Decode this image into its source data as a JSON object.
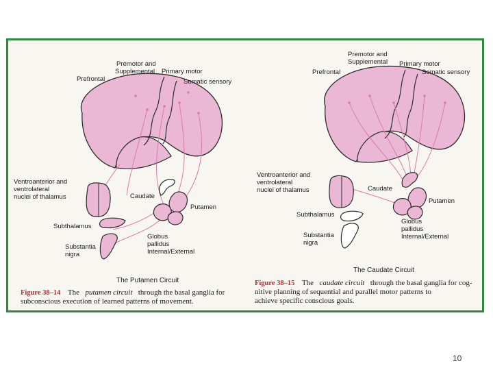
{
  "left_panel": {
    "labels": {
      "premotor": "Premotor and",
      "supplemental": "Supplemental",
      "primary_motor": "Primary motor",
      "prefrontal": "Prefrontal",
      "somatic_sensory": "Somatic sensory",
      "ventroanterior": "Ventroanterior and",
      "ventrolateral": "ventrolateral",
      "nuclei": "nuclei of thalamus",
      "caudate": "Caudate",
      "putamen": "Putamen",
      "subthalamus": "Subthalamus",
      "globus": "Globus",
      "pallidus": "pallidus",
      "internal_external": "Internal/External",
      "substantia": "Substantia",
      "nigra": "nigra"
    },
    "circuit_title": "The Putamen Circuit",
    "caption": {
      "head": "Figure 38–14",
      "line1_a": "The",
      "line1_em": "putamen circuit",
      "line1_b": "through the basal ganglia for",
      "line2": "subconscious execution of learned patterns of movement."
    }
  },
  "right_panel": {
    "labels": {
      "premotor": "Premotor and",
      "supplemental": "Supplemental",
      "primary_motor": "Primary motor",
      "prefrontal": "Prefrontal",
      "somatic_sensory": "Somatic sensory",
      "ventroanterior": "Ventroanterior and",
      "ventrolateral": "ventrolateral",
      "nuclei": "nuclei of thalamus",
      "caudate": "Caudate",
      "putamen": "Putamen",
      "subthalamus": "Subthalamus",
      "globus": "Globus",
      "pallidus": "pallidus",
      "internal_external": "Internal/External",
      "substantia": "Substantia",
      "nigra": "nigra"
    },
    "circuit_title": "The Caudate Circuit",
    "caption": {
      "head": "Figure 38–15",
      "line1_a": "The",
      "line1_em": "caudate circuit",
      "line1_b": "through the basal ganglia for cog-",
      "line2": "nitive planning of sequential and parallel motor patterns to",
      "line3": "achieve specific conscious goals."
    }
  },
  "slide_number": "10",
  "colors": {
    "frame": "#2e8b3d",
    "tissue": "#eab8d4",
    "outline": "#2a2a2a",
    "pathway": "#d97aa8",
    "caption_head": "#b0303a"
  }
}
